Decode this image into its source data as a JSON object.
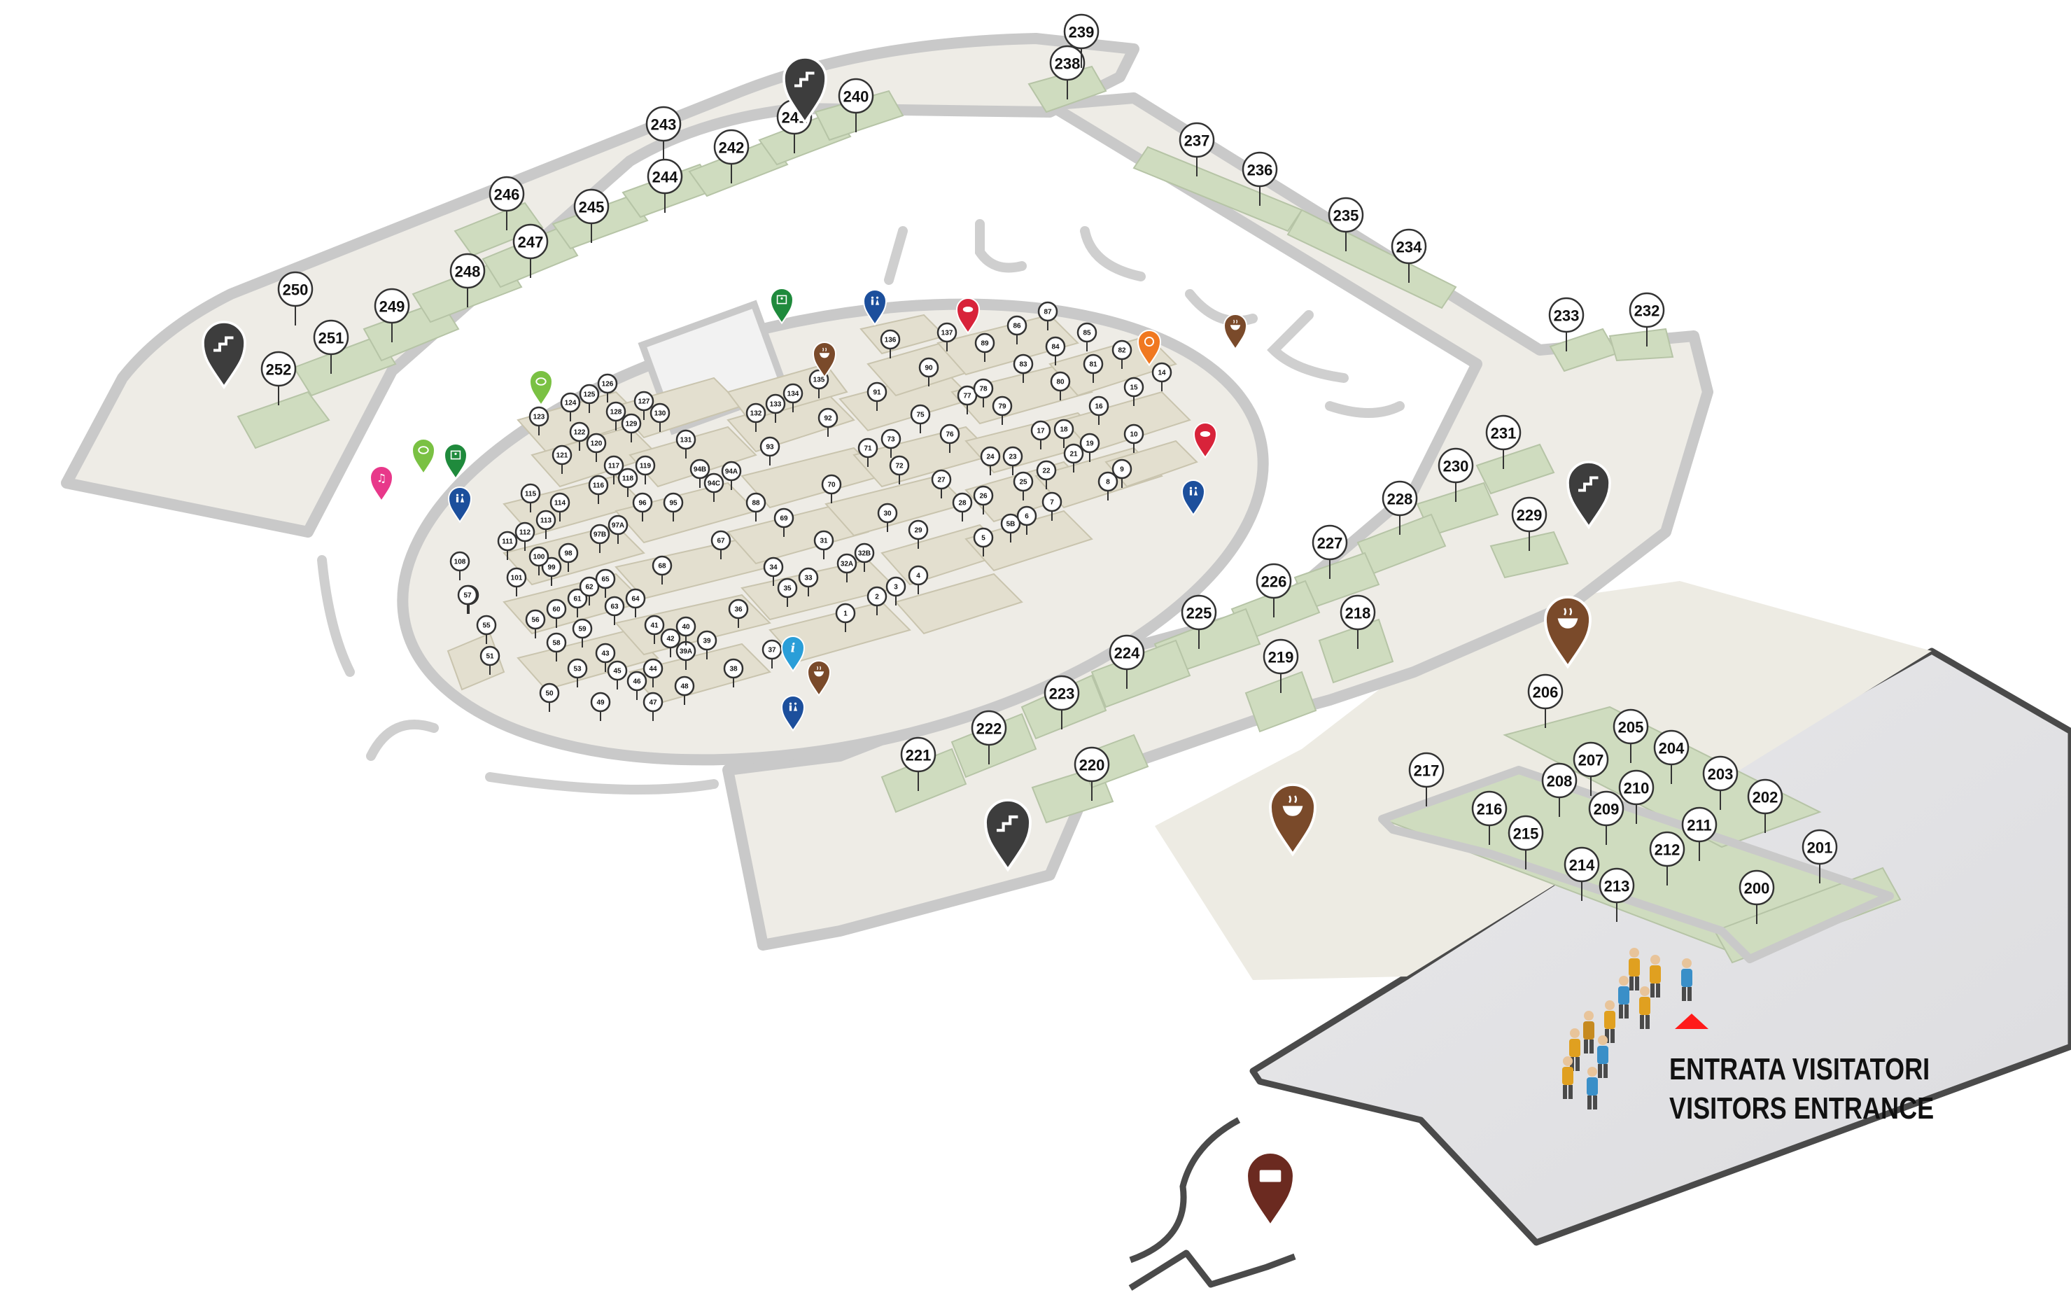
{
  "entrance": {
    "line1": "ENTRATA VISITATORI",
    "line2": "VISITORS ENTRANCE"
  },
  "colors": {
    "stand_green": "#cfdcbf",
    "stand_beige": "#e3dfcf",
    "corridor": "#eeece6",
    "wall": "#c9c9c9",
    "plaza": "#e4e4e6",
    "entrance_arrow": "#ff1a1a",
    "restaurant_pin": "#7a4a2a",
    "stairs_pin": "#3d3d3d",
    "info_pin": "#2a9ed8",
    "wc_pin": "#1c4f9c",
    "exit_pin": "#1f8a3c",
    "food_pin": "#d8233a",
    "bar_pin": "#f07820",
    "ticket_pin": "#6b2a20"
  },
  "stands": {
    "outer_ring": [
      {
        "id": "200"
      },
      {
        "id": "201"
      },
      {
        "id": "202"
      },
      {
        "id": "203"
      },
      {
        "id": "204"
      },
      {
        "id": "205"
      },
      {
        "id": "206"
      },
      {
        "id": "207"
      },
      {
        "id": "208"
      },
      {
        "id": "209"
      },
      {
        "id": "210"
      },
      {
        "id": "211"
      },
      {
        "id": "212"
      },
      {
        "id": "213"
      },
      {
        "id": "214"
      },
      {
        "id": "215"
      },
      {
        "id": "216"
      },
      {
        "id": "217"
      },
      {
        "id": "218"
      },
      {
        "id": "219"
      },
      {
        "id": "220"
      },
      {
        "id": "221"
      },
      {
        "id": "222"
      },
      {
        "id": "223"
      },
      {
        "id": "224"
      },
      {
        "id": "225"
      },
      {
        "id": "226"
      },
      {
        "id": "227"
      },
      {
        "id": "228"
      },
      {
        "id": "229"
      },
      {
        "id": "230"
      },
      {
        "id": "231"
      },
      {
        "id": "232"
      },
      {
        "id": "233"
      },
      {
        "id": "234"
      },
      {
        "id": "235"
      },
      {
        "id": "236"
      },
      {
        "id": "237"
      },
      {
        "id": "238"
      },
      {
        "id": "239"
      },
      {
        "id": "240"
      },
      {
        "id": "241"
      },
      {
        "id": "242"
      },
      {
        "id": "243"
      },
      {
        "id": "244"
      },
      {
        "id": "245"
      },
      {
        "id": "246"
      },
      {
        "id": "247"
      },
      {
        "id": "248"
      },
      {
        "id": "249"
      },
      {
        "id": "250"
      },
      {
        "id": "251"
      },
      {
        "id": "252"
      }
    ],
    "inner_hall": [
      {
        "id": "1"
      },
      {
        "id": "2"
      },
      {
        "id": "3"
      },
      {
        "id": "4"
      },
      {
        "id": "5"
      },
      {
        "id": "5B"
      },
      {
        "id": "6"
      },
      {
        "id": "7"
      },
      {
        "id": "8"
      },
      {
        "id": "9"
      },
      {
        "id": "10"
      },
      {
        "id": "14"
      },
      {
        "id": "15"
      },
      {
        "id": "16"
      },
      {
        "id": "17"
      },
      {
        "id": "18"
      },
      {
        "id": "19"
      },
      {
        "id": "21"
      },
      {
        "id": "22"
      },
      {
        "id": "23"
      },
      {
        "id": "24"
      },
      {
        "id": "25"
      },
      {
        "id": "26"
      },
      {
        "id": "27"
      },
      {
        "id": "28"
      },
      {
        "id": "29"
      },
      {
        "id": "30"
      },
      {
        "id": "31"
      },
      {
        "id": "32A"
      },
      {
        "id": "32B"
      },
      {
        "id": "33"
      },
      {
        "id": "34"
      },
      {
        "id": "35"
      },
      {
        "id": "36"
      },
      {
        "id": "37"
      },
      {
        "id": "37"
      },
      {
        "id": "38"
      },
      {
        "id": "39"
      },
      {
        "id": "39A"
      },
      {
        "id": "40"
      },
      {
        "id": "41"
      },
      {
        "id": "42"
      },
      {
        "id": "43"
      },
      {
        "id": "44"
      },
      {
        "id": "45"
      },
      {
        "id": "46"
      },
      {
        "id": "47"
      },
      {
        "id": "48"
      },
      {
        "id": "49"
      },
      {
        "id": "50"
      },
      {
        "id": "51"
      },
      {
        "id": "53"
      },
      {
        "id": "55"
      },
      {
        "id": "56"
      },
      {
        "id": "57"
      },
      {
        "id": "58"
      },
      {
        "id": "59"
      },
      {
        "id": "60"
      },
      {
        "id": "61"
      },
      {
        "id": "62"
      },
      {
        "id": "63"
      },
      {
        "id": "64"
      },
      {
        "id": "65"
      },
      {
        "id": "67"
      },
      {
        "id": "68"
      },
      {
        "id": "69"
      },
      {
        "id": "70"
      },
      {
        "id": "71"
      },
      {
        "id": "72"
      },
      {
        "id": "73"
      },
      {
        "id": "75"
      },
      {
        "id": "76"
      },
      {
        "id": "77"
      },
      {
        "id": "78"
      },
      {
        "id": "79"
      },
      {
        "id": "80"
      },
      {
        "id": "81"
      },
      {
        "id": "82"
      },
      {
        "id": "83"
      },
      {
        "id": "84"
      },
      {
        "id": "85"
      },
      {
        "id": "86"
      },
      {
        "id": "87"
      },
      {
        "id": "88"
      },
      {
        "id": "89"
      },
      {
        "id": "90"
      },
      {
        "id": "91"
      },
      {
        "id": "92"
      },
      {
        "id": "93"
      },
      {
        "id": "94A"
      },
      {
        "id": "94B"
      },
      {
        "id": "94C"
      },
      {
        "id": "95"
      },
      {
        "id": "96"
      },
      {
        "id": "97A"
      },
      {
        "id": "97B"
      },
      {
        "id": "98"
      },
      {
        "id": "99"
      },
      {
        "id": "100"
      },
      {
        "id": "101"
      },
      {
        "id": "108"
      },
      {
        "id": "111"
      },
      {
        "id": "112"
      },
      {
        "id": "113"
      },
      {
        "id": "114"
      },
      {
        "id": "115"
      },
      {
        "id": "116"
      },
      {
        "id": "117"
      },
      {
        "id": "118"
      },
      {
        "id": "119"
      },
      {
        "id": "120"
      },
      {
        "id": "121"
      },
      {
        "id": "122"
      },
      {
        "id": "123"
      },
      {
        "id": "124"
      },
      {
        "id": "125"
      },
      {
        "id": "126"
      },
      {
        "id": "127"
      },
      {
        "id": "128"
      },
      {
        "id": "129"
      },
      {
        "id": "130"
      },
      {
        "id": "131"
      },
      {
        "id": "132"
      },
      {
        "id": "133"
      },
      {
        "id": "134"
      },
      {
        "id": "135"
      },
      {
        "id": "136"
      },
      {
        "id": "137"
      }
    ]
  },
  "pins": [
    {
      "type": "stairs",
      "icon": "stairs-icon"
    },
    {
      "type": "stairs",
      "icon": "stairs-icon"
    },
    {
      "type": "stairs",
      "icon": "stairs-icon"
    },
    {
      "type": "stairs",
      "icon": "stairs-icon"
    },
    {
      "type": "restaurant",
      "icon": "coffee-cup-icon"
    },
    {
      "type": "restaurant",
      "icon": "coffee-cup-icon"
    },
    {
      "type": "restaurant",
      "icon": "coffee-cup-icon"
    },
    {
      "type": "restaurant",
      "icon": "coffee-cup-icon"
    },
    {
      "type": "restaurant",
      "icon": "coffee-cup-icon"
    },
    {
      "type": "ticket",
      "icon": "ticket-icon"
    },
    {
      "type": "info",
      "icon": "info-icon"
    },
    {
      "type": "wc",
      "icon": "restroom-icon"
    },
    {
      "type": "wc",
      "icon": "restroom-icon"
    },
    {
      "type": "wc",
      "icon": "restroom-icon"
    },
    {
      "type": "wc",
      "icon": "restroom-icon"
    },
    {
      "type": "exit",
      "icon": "emergency-exit-icon"
    },
    {
      "type": "exit",
      "icon": "emergency-exit-icon"
    },
    {
      "type": "food",
      "icon": "food-icon"
    },
    {
      "type": "food",
      "icon": "food-icon"
    },
    {
      "type": "bar",
      "icon": "bar-icon"
    },
    {
      "type": "shop",
      "icon": "shop-icon"
    },
    {
      "type": "shop",
      "icon": "shop-icon"
    },
    {
      "type": "music",
      "icon": "music-icon"
    }
  ]
}
